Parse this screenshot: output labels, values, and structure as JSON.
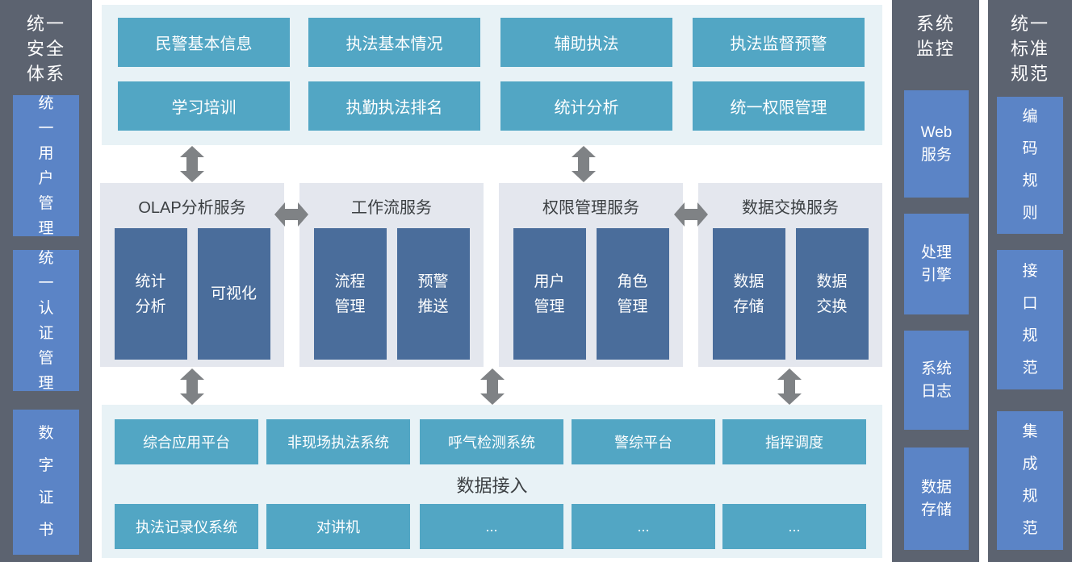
{
  "colors": {
    "side_column_bg": "#5c6370",
    "side_box_blue": "#5b84c6",
    "teal_box": "#52a6c4",
    "light_section_bg": "#e8f2f6",
    "group_bg": "#e4e7ee",
    "inner_box_blue": "#4a6d9b",
    "arrow_gray": "#7f8285",
    "dark_text": "#3c4043",
    "box_text": "#ffffff"
  },
  "left_sidebar": {
    "title_lines": [
      "统一",
      "安全",
      "体系"
    ],
    "items": [
      "统一用户管理",
      "统一认证管理",
      "数字证书"
    ]
  },
  "top_section": {
    "boxes": [
      "民警基本信息",
      "执法基本情况",
      "辅助执法",
      "执法监督预警",
      "学习培训",
      "执勤执法排名",
      "统计分析",
      "统一权限管理"
    ]
  },
  "service_groups": [
    {
      "title": "OLAP分析服务",
      "boxes": [
        [
          "统计",
          "分析"
        ],
        [
          "可视化"
        ]
      ]
    },
    {
      "title": "工作流服务",
      "boxes": [
        [
          "流程",
          "管理"
        ],
        [
          "预警",
          "推送"
        ]
      ]
    },
    {
      "title": "权限管理服务",
      "boxes": [
        [
          "用户",
          "管理"
        ],
        [
          "角色",
          "管理"
        ]
      ]
    },
    {
      "title": "数据交换服务",
      "boxes": [
        [
          "数据",
          "存储"
        ],
        [
          "数据",
          "交换"
        ]
      ]
    }
  ],
  "bottom_section": {
    "row1": [
      "综合应用平台",
      "非现场执法系统",
      "呼气检测系统",
      "警综平台",
      "指挥调度"
    ],
    "label": "数据接入",
    "row2": [
      "执法记录仪系统",
      "对讲机",
      "...",
      "...",
      "..."
    ]
  },
  "monitor_column": {
    "title_lines": [
      "系统",
      "监控"
    ],
    "items": [
      [
        "Web",
        "服务"
      ],
      [
        "处理",
        "引擎"
      ],
      [
        "系统",
        "日志"
      ],
      [
        "数据",
        "存储"
      ]
    ]
  },
  "standard_column": {
    "title_lines": [
      "统一",
      "标准",
      "规范"
    ],
    "items": [
      "编码规则",
      "接口规范",
      "集成规范"
    ]
  }
}
